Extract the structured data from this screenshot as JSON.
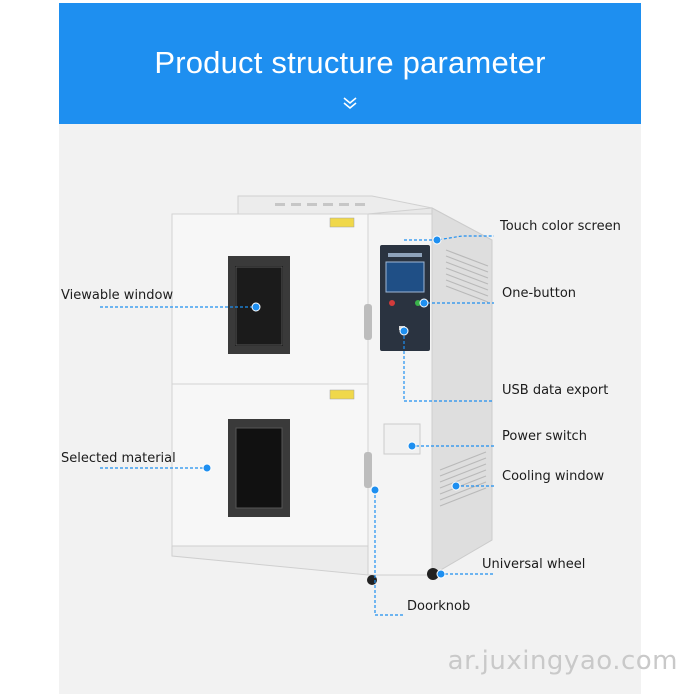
{
  "header": {
    "title": "Product structure parameter",
    "banner_color": "#1e8ff0",
    "chevron": "chevron-down-icon"
  },
  "callouts": {
    "touch_color_screen": "Touch color screen",
    "one_button": "One-button",
    "usb_data_export": "USB data export",
    "power_switch": "Power switch",
    "cooling_window": "Cooling window",
    "universal_wheel": "Universal wheel",
    "doorknob": "Doorknob",
    "viewable_window": "Viewable window",
    "selected_material": "Selected material"
  },
  "colors": {
    "callout_line": "#1e8ff0",
    "callout_dot": "#1e8ff0",
    "chamber_body": "#f7f7f7",
    "window_frame": "#3a3a3a"
  },
  "watermark": "ar.juxingyao.com"
}
